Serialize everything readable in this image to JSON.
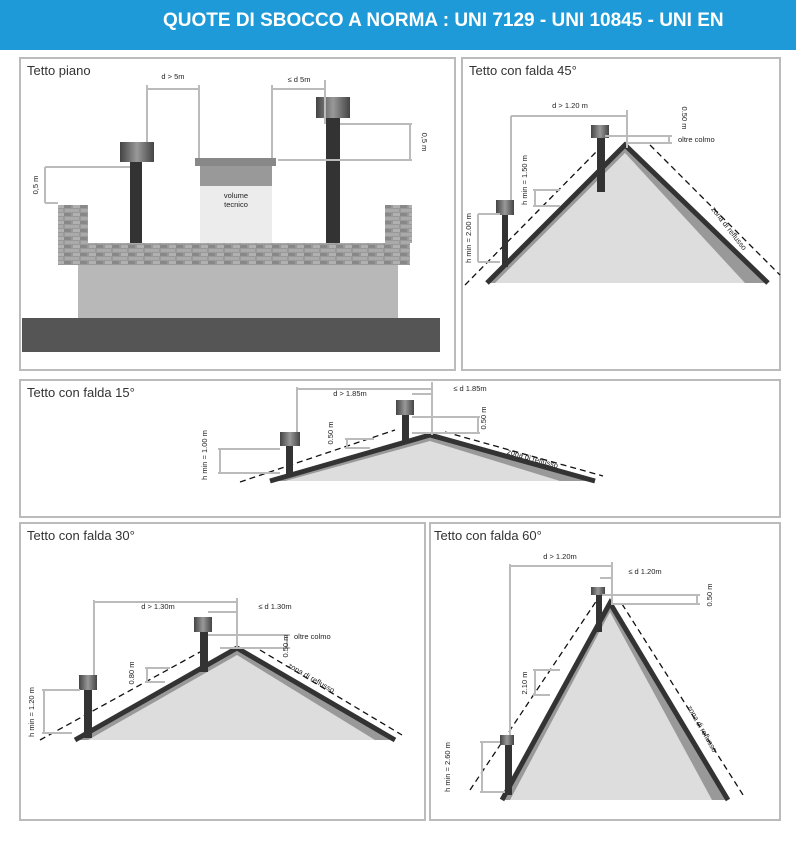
{
  "header": {
    "title": "QUOTE DI SBOCCO A NORMA : UNI 7129 - UNI 10845 - UNI EN"
  },
  "flat": {
    "title": "Tetto piano",
    "d_gt": "d > 5m",
    "d_le": "≤ d  5m",
    "h_right": "0,5 m",
    "h_left": "0,5 m",
    "volume": [
      "volume",
      "tecnico"
    ]
  },
  "p45": {
    "title": "Tetto con falda 45°",
    "d": "d > 1.20 m",
    "h": "0.50 m",
    "over": "oltre colmo",
    "hmin1": "h min = 1.50 m",
    "hmin2": "h min = 2.00 m",
    "zone": "zona di reflusso"
  },
  "p15": {
    "title": "Tetto con falda 15°",
    "d": "d > 1.85m",
    "d_le": "≤ d  1.85m",
    "h1": "0.50 m",
    "h2": "0.50 m",
    "hmin": "h min = 1.00 m",
    "zone": "zona di reflusso"
  },
  "p30": {
    "title": "Tetto con falda 30°",
    "d": "d > 1.30m",
    "d_le": "≤ d  1.30m",
    "h": "0.50 m",
    "over": "oltre colmo",
    "h2": "0.80 m",
    "hmin": "h min = 1.20 m",
    "zone": "zona di reflusso"
  },
  "p60": {
    "title": "Tetto con falda 60°",
    "d": "d > 1.20m",
    "d_le": "≤ d  1.20m",
    "h": "0.50 m",
    "h2": "2.10 m",
    "hmin": "h min = 2.60 m",
    "zone": "zona di reflusso"
  }
}
